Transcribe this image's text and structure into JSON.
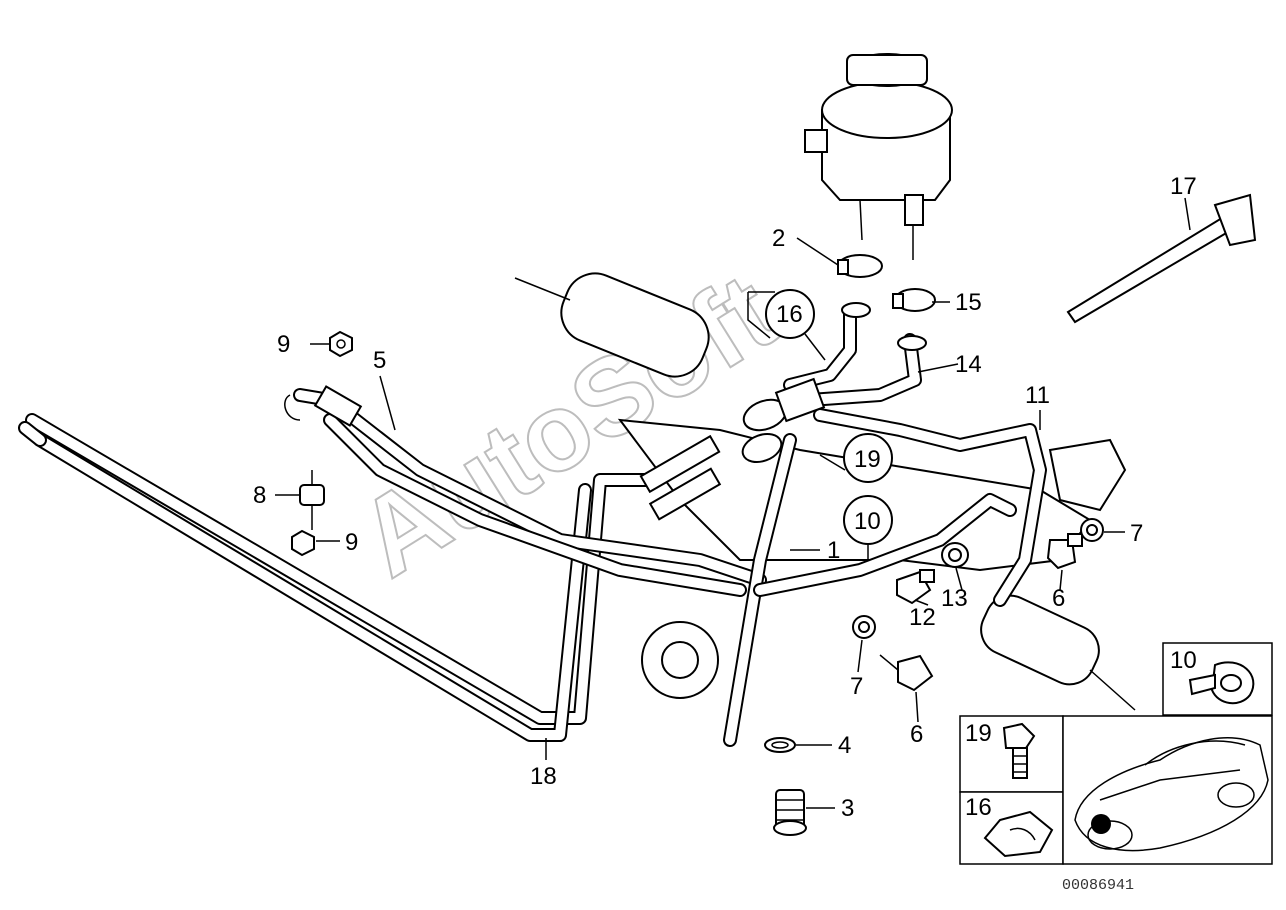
{
  "diagram": {
    "watermark": "AutoSoft",
    "diagram_number": "00086941",
    "labels": {
      "l1": "1",
      "l2": "2",
      "l3": "3",
      "l4": "4",
      "l5": "5",
      "l6a": "6",
      "l6b": "6",
      "l7a": "7",
      "l7b": "7",
      "l8": "8",
      "l9a": "9",
      "l9b": "9",
      "l10": "10",
      "l11": "11",
      "l12": "12",
      "l13": "13",
      "l14": "14",
      "l15": "15",
      "l16": "16",
      "l17": "17",
      "l18": "18",
      "l19": "19"
    },
    "inset_labels": {
      "i10": "10",
      "i19": "19",
      "i16": "16"
    }
  }
}
